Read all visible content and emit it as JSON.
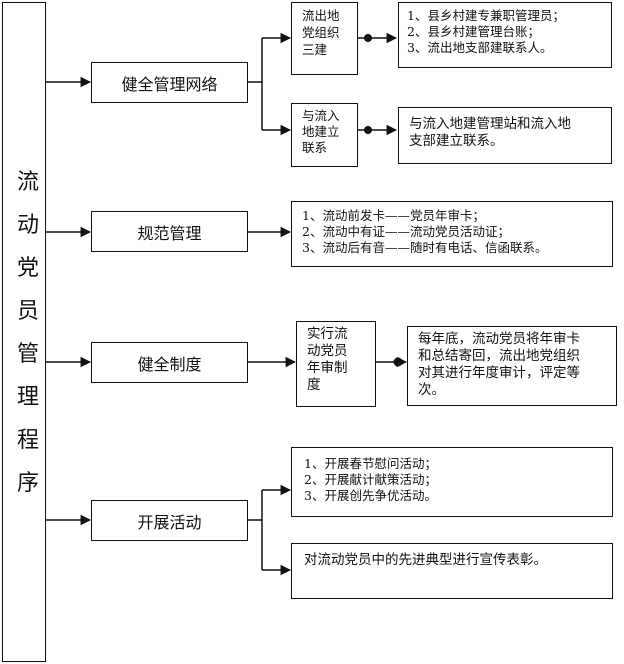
{
  "title": "流动党员管理程序",
  "branches": [
    {
      "label": "健全管理网络",
      "subs": [
        {
          "mid": "流出地\n党组织\n三建",
          "detail": "1、县乡村建专兼职管理员；\n2、县乡村建管理台账；\n3、流出地支部建联系人。"
        },
        {
          "mid": "与流入\n地建立\n联系",
          "detail": "与流入地建管理站和流入地\n支部建立联系。"
        }
      ]
    },
    {
      "label": "规范管理",
      "detail": "1、流动前发卡——党员年审卡；\n2、流动中有证——流动党员活动证；\n3、流动后有音——随时有电话、信函联系。"
    },
    {
      "label": "健全制度",
      "mid": "实行流\n动党员\n年审制\n度",
      "detail": "每年底，流动党员将年审卡\n和总结寄回，流出地党组织\n对其进行年度审计，评定等\n次。"
    },
    {
      "label": "开展活动",
      "subs": [
        {
          "detail": "1、开展春节慰问活动；\n2、开展献计献策活动；\n3、开展创先争优活动。"
        },
        {
          "detail": "对流动党员中的先进典型进行宣传表彰。"
        }
      ]
    }
  ]
}
